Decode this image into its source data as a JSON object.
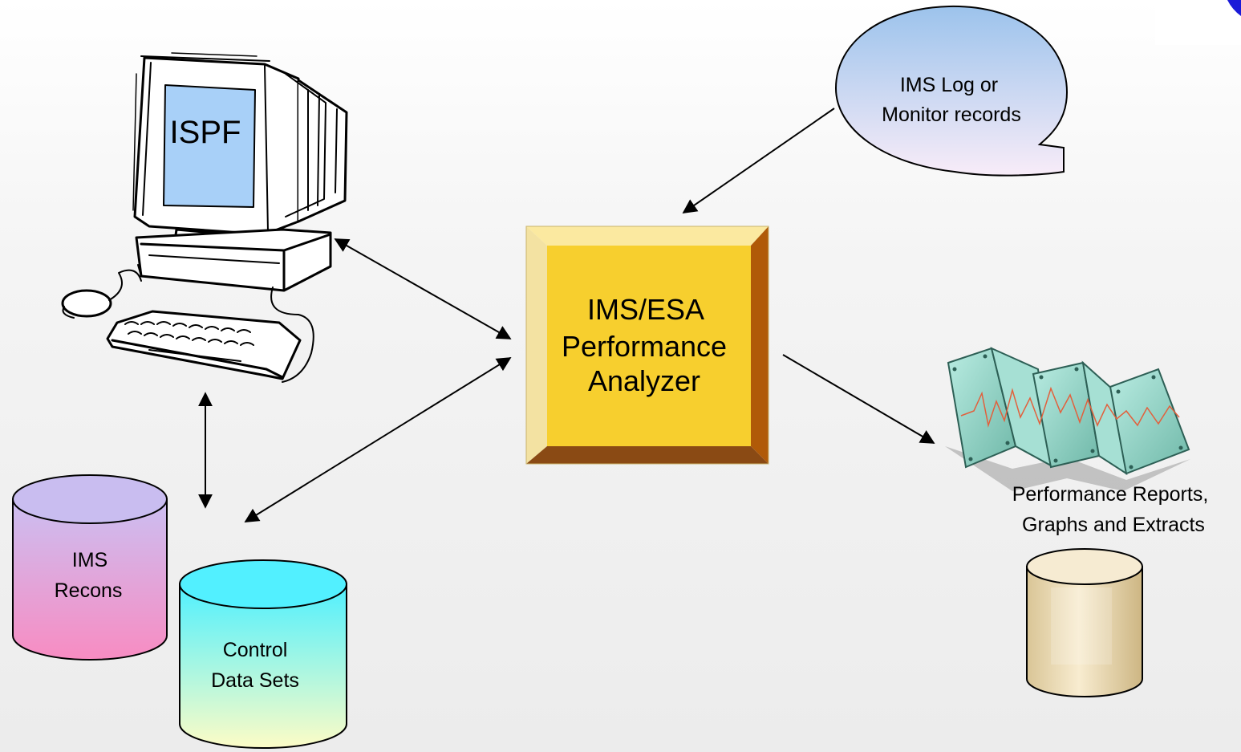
{
  "monitor": {
    "screen_text": "ISPF"
  },
  "bubble": {
    "line1": "IMS Log or",
    "line2": "Monitor records"
  },
  "analyzer": {
    "line1": "IMS/ESA",
    "line2": "Performance",
    "line3": "Analyzer"
  },
  "recons_db": {
    "line1": "IMS",
    "line2": "Recons"
  },
  "control_db": {
    "line1": "Control",
    "line2": "Data Sets"
  },
  "reports": {
    "line1": "Performance Reports,",
    "line2": "Graphs and Extracts"
  },
  "colors": {
    "analyzer_face": "#f7cf2e",
    "analyzer_right_bevel": "#b05a08",
    "screen": "#a8d0f8",
    "bubble_top": "#9fc5ec",
    "bubble_bottom": "#f6eaf6",
    "recons_top": "#c9bdf0",
    "recons_bottom": "#f690c4",
    "control_top": "#52f0ff",
    "control_bottom": "#fbfcc8",
    "report_db": "#f0dfb8",
    "report_panels": "#8fd4c4"
  }
}
